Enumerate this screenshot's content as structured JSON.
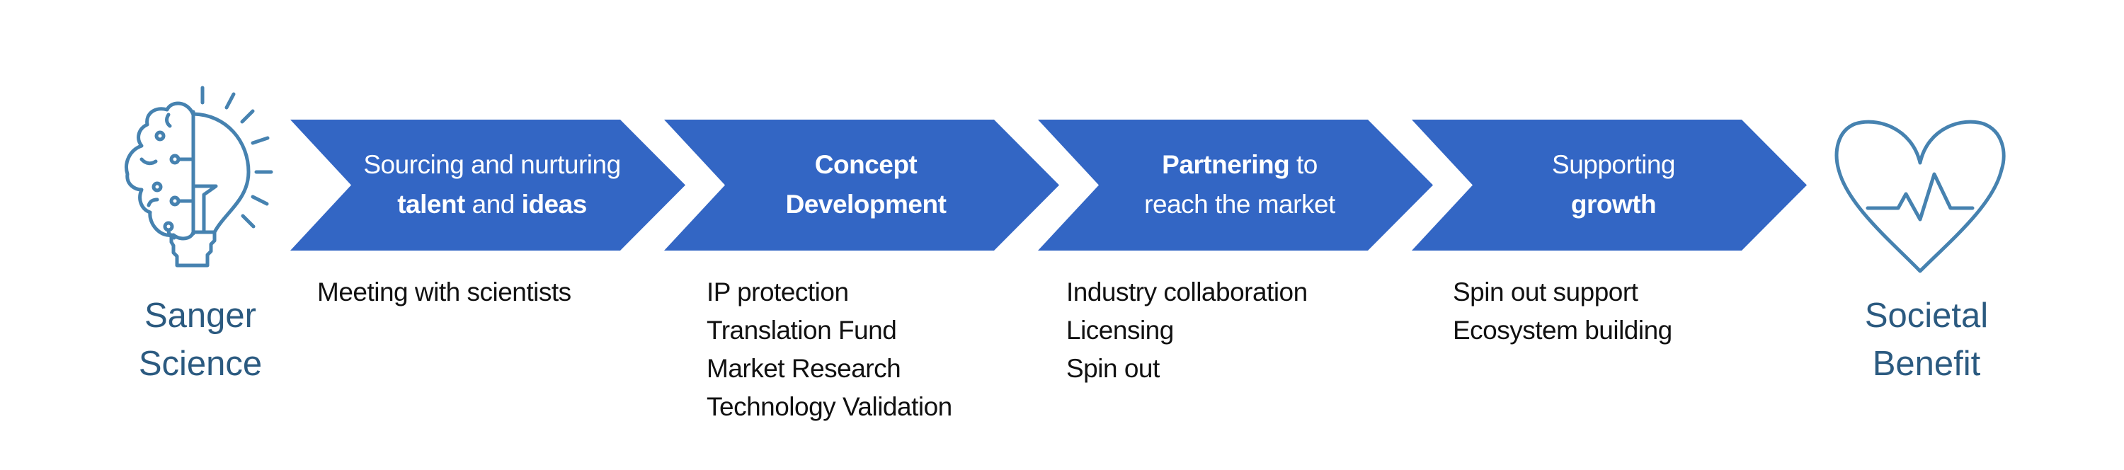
{
  "colors": {
    "arrow": "#3366c4",
    "icon": "#4682b0",
    "end_label": "#2b5a80"
  },
  "start": {
    "icon": "brain-lightbulb-icon",
    "line1": "Sanger",
    "line2": "Science"
  },
  "end": {
    "icon": "heart-pulse-icon",
    "line1": "Societal",
    "line2": "Benefit"
  },
  "stages": [
    {
      "title": [
        [
          {
            "text": "Sourcing and nurturing",
            "bold": false
          }
        ],
        [
          {
            "text": "talent",
            "bold": true
          },
          {
            "text": " and ",
            "bold": false
          },
          {
            "text": "ideas",
            "bold": true
          }
        ]
      ],
      "items": [
        "Meeting with scientists"
      ]
    },
    {
      "title": [
        [
          {
            "text": "Concept",
            "bold": true
          }
        ],
        [
          {
            "text": "Development",
            "bold": true
          }
        ]
      ],
      "items": [
        "IP protection",
        "Translation Fund",
        "Market Research",
        "Technology Validation"
      ]
    },
    {
      "title": [
        [
          {
            "text": "Partnering",
            "bold": true
          },
          {
            "text": " to",
            "bold": false
          }
        ],
        [
          {
            "text": "reach the market",
            "bold": false
          }
        ]
      ],
      "items": [
        "Industry collaboration",
        "Licensing",
        "Spin out"
      ]
    },
    {
      "title": [
        [
          {
            "text": "Supporting",
            "bold": false
          }
        ],
        [
          {
            "text": "growth",
            "bold": true
          }
        ]
      ],
      "items": [
        "Spin out support",
        "Ecosystem building"
      ]
    }
  ]
}
